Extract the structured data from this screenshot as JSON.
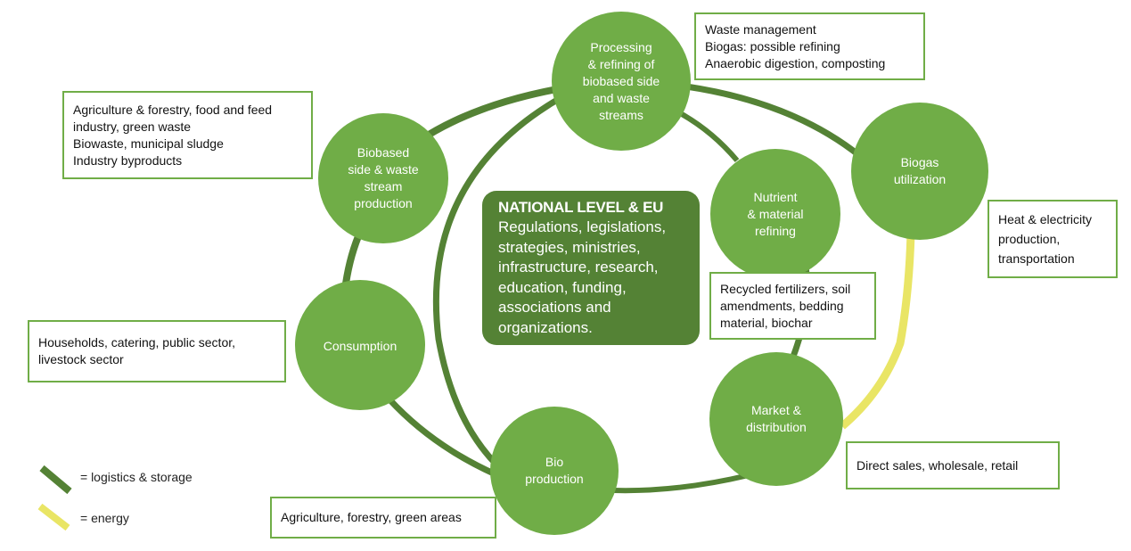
{
  "colors": {
    "node_fill": "#70ad47",
    "logistics_line": "#548235",
    "energy_line": "#e9e565",
    "box_border": "#70ad47",
    "center_fill": "#548235"
  },
  "nodes": {
    "processing": "Processing\n& refining of\nbiobased side\nand waste\nstreams",
    "biogas": "Biogas\nutilization",
    "nutrient": "Nutrient\n& material\nrefining",
    "market": "Market &\ndistribution",
    "bio_production": "Bio\nproduction",
    "consumption": "Consumption",
    "biobased": "Biobased\nside & waste\nstream\nproduction"
  },
  "center": {
    "title": "NATIONAL LEVEL & EU",
    "body": "Regulations, legislations,\nstrategies, ministries,\ninfrastructure, research,\neducation, funding,\nassociations and\norganizations."
  },
  "boxes": {
    "waste_management": "Waste management\nBiogas: possible refining\nAnaerobic digestion, composting",
    "heat_electricity": "Heat & electricity\nproduction,\ntransportation",
    "recycled_fertilizers": "Recycled fertilizers, soil\namendments, bedding\nmaterial, biochar",
    "direct_sales": "Direct sales, wholesale, retail",
    "agriculture_forestry": "Agriculture, forestry, green areas",
    "households": "Households, catering, public sector,\nlivestock sector",
    "agriculture_feed": "Agriculture & forestry, food and feed\nindustry, green waste\nBiowaste, municipal sludge\nIndustry byproducts"
  },
  "legend": {
    "logistics": "= logistics & storage",
    "energy": "= energy"
  }
}
